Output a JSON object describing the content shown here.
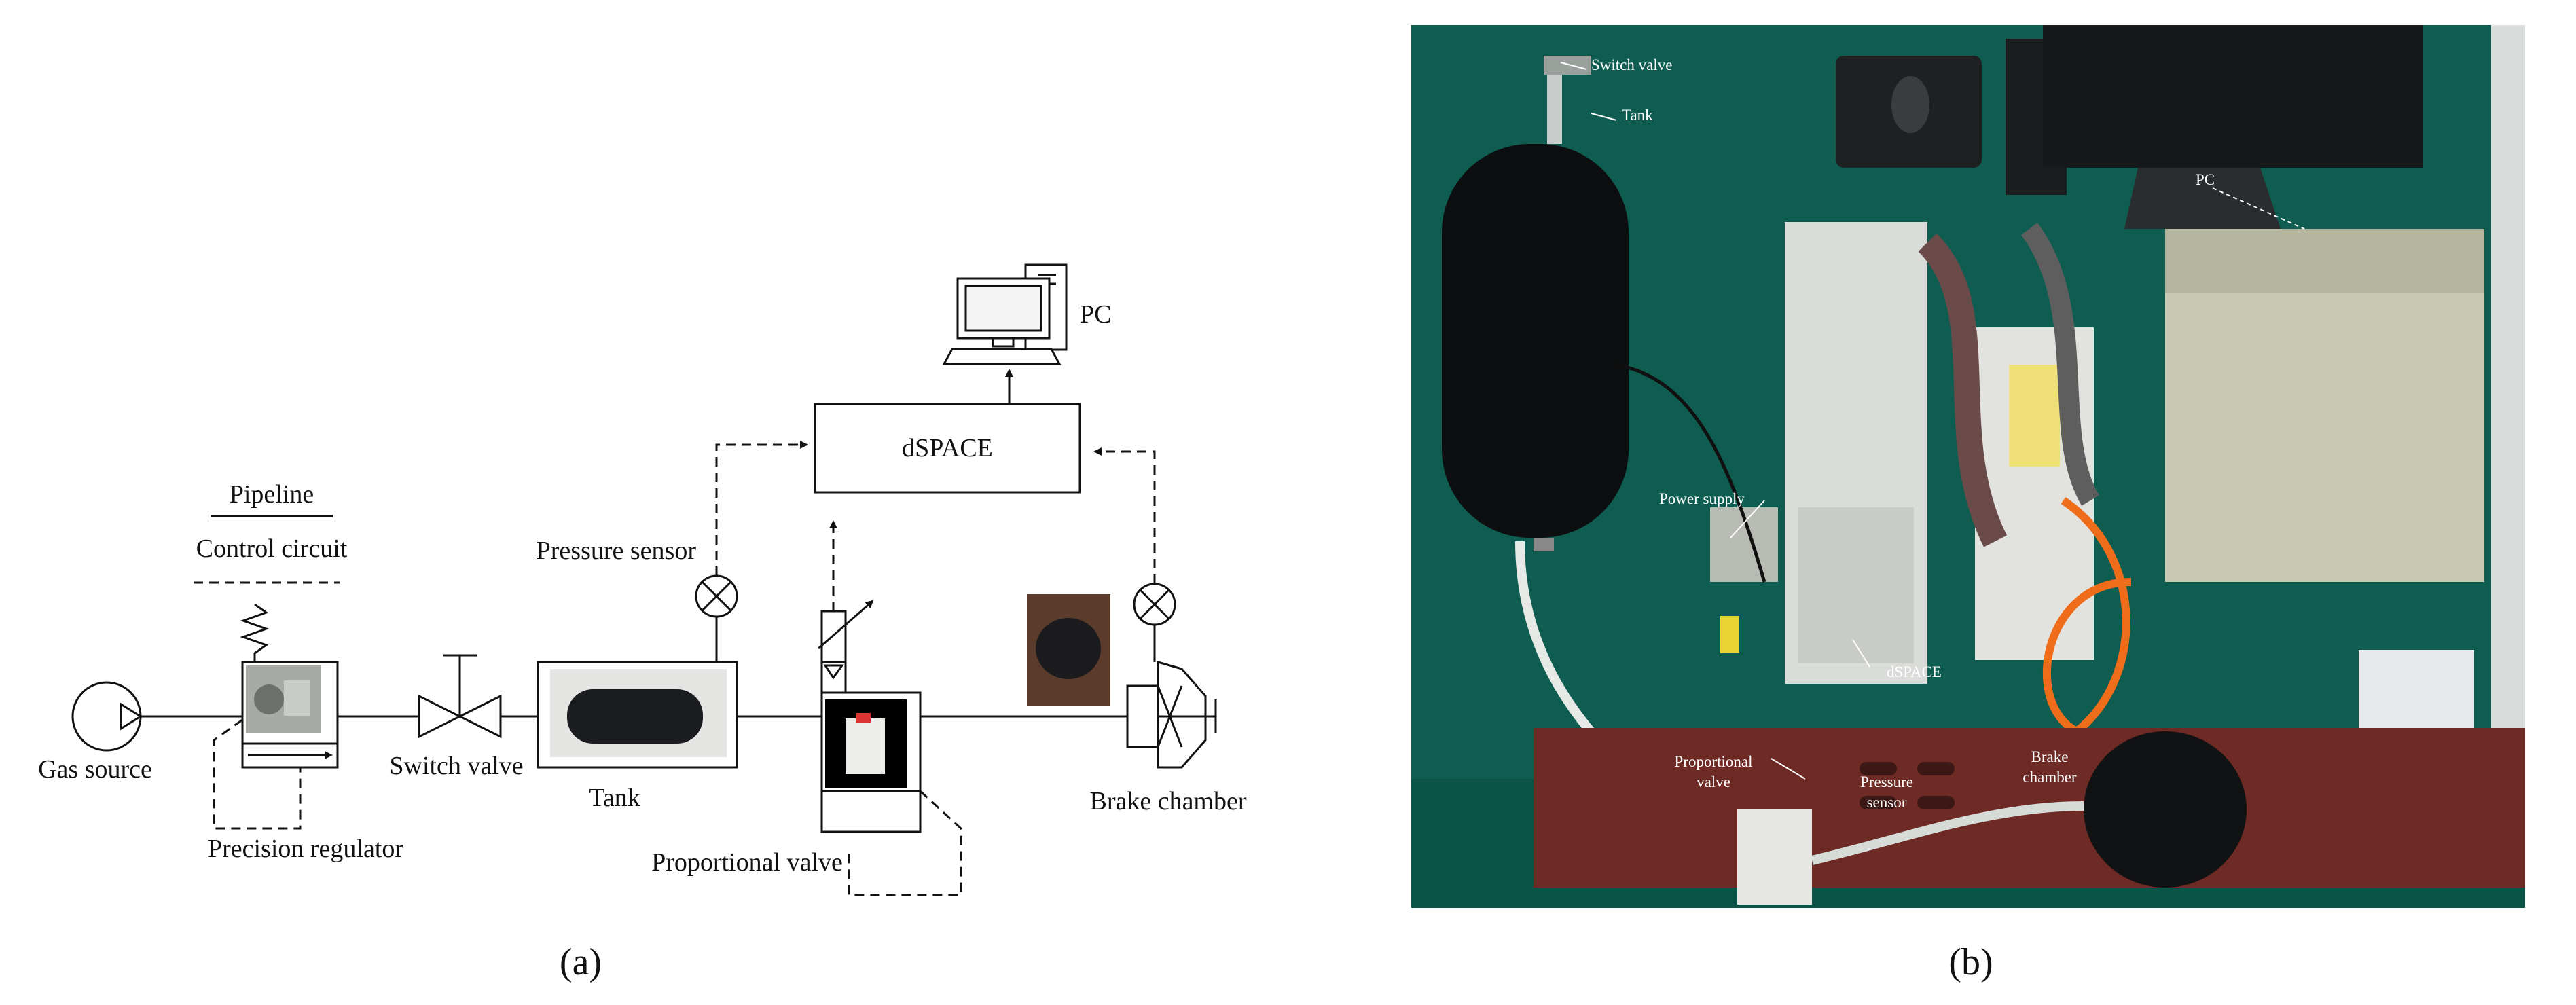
{
  "panel_a": {
    "caption": "(a)",
    "legend": {
      "pipeline": "Pipeline",
      "control_circuit": "Control circuit"
    },
    "labels": {
      "gas_source": "Gas source",
      "precision_regulator": "Precision regulator",
      "switch_valve": "Switch valve",
      "tank": "Tank",
      "pressure_sensor": "Pressure sensor",
      "proportional_valve": "Proportional valve",
      "brake_chamber": "Brake chamber",
      "dspace": "dSPACE",
      "pc": "PC"
    }
  },
  "panel_b": {
    "caption": "(b)",
    "labels": {
      "switch_valve": "Switch valve",
      "tank": "Tank",
      "pc": "PC",
      "power_supply": "Power supply",
      "dspace": "dSPACE",
      "proportional_valve_l1": "Proportional",
      "proportional_valve_l2": "valve",
      "pressure_sensor_l1": "Pressure",
      "pressure_sensor_l2": "sensor",
      "brake_chamber_l1": "Brake",
      "brake_chamber_l2": "chamber"
    }
  }
}
